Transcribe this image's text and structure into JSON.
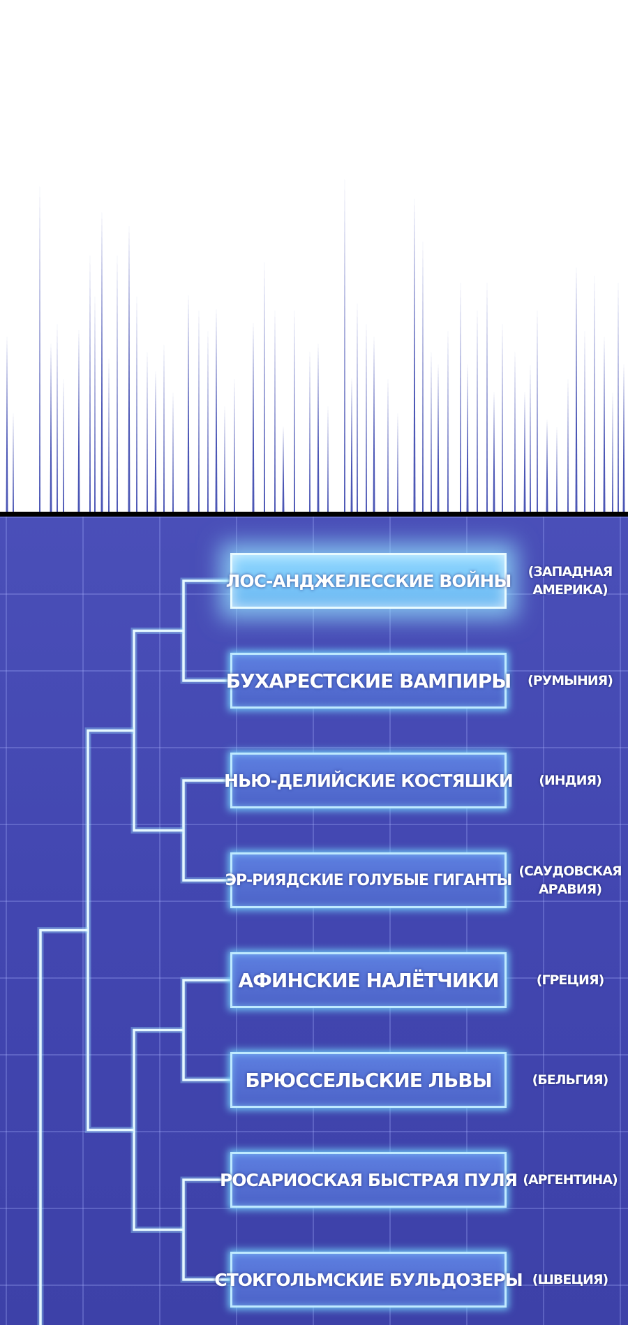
{
  "bracket": {
    "teams": [
      {
        "name": "ЛОС-АНДЖЕЛЕССКИЕ ВОЙНЫ",
        "country": "(ЗАПАДНАЯ АМЕРИКА)",
        "highlighted": true
      },
      {
        "name": "БУХАРЕСТСКИЕ ВАМПИРЫ",
        "country": "(РУМЫНИЯ)",
        "highlighted": false
      },
      {
        "name": "НЬЮ-ДЕЛИЙСКИЕ КОСТЯШКИ",
        "country": "(ИНДИЯ)",
        "highlighted": false
      },
      {
        "name": "ЭР-РИЯДСКИЕ ГОЛУБЫЕ ГИГАНТЫ",
        "country": "(САУДОВСКАЯ АРАВИЯ)",
        "highlighted": false
      },
      {
        "name": "АФИНСКИЕ НАЛЁТЧИКИ",
        "country": "(ГРЕЦИЯ)",
        "highlighted": false
      },
      {
        "name": "БРЮССЕЛЬСКИЕ ЛЬВЫ",
        "country": "(БЕЛЬГИЯ)",
        "highlighted": false
      },
      {
        "name": "РОСАРИОСКАЯ БЫСТРАЯ ПУЛЯ",
        "country": "(АРГЕНТИНА)",
        "highlighted": false
      },
      {
        "name": "СТОКГОЛЬМСКИЕ БУЛЬДОЗЕРЫ",
        "country": "(ШВЕЦИЯ)",
        "highlighted": false
      }
    ]
  },
  "colors": {
    "panel_background": "#4246b0",
    "grid_line": "#aab4ff",
    "glow": "#9fe6ff",
    "speed_lines": "#4b56b5",
    "divider": "#000000"
  }
}
